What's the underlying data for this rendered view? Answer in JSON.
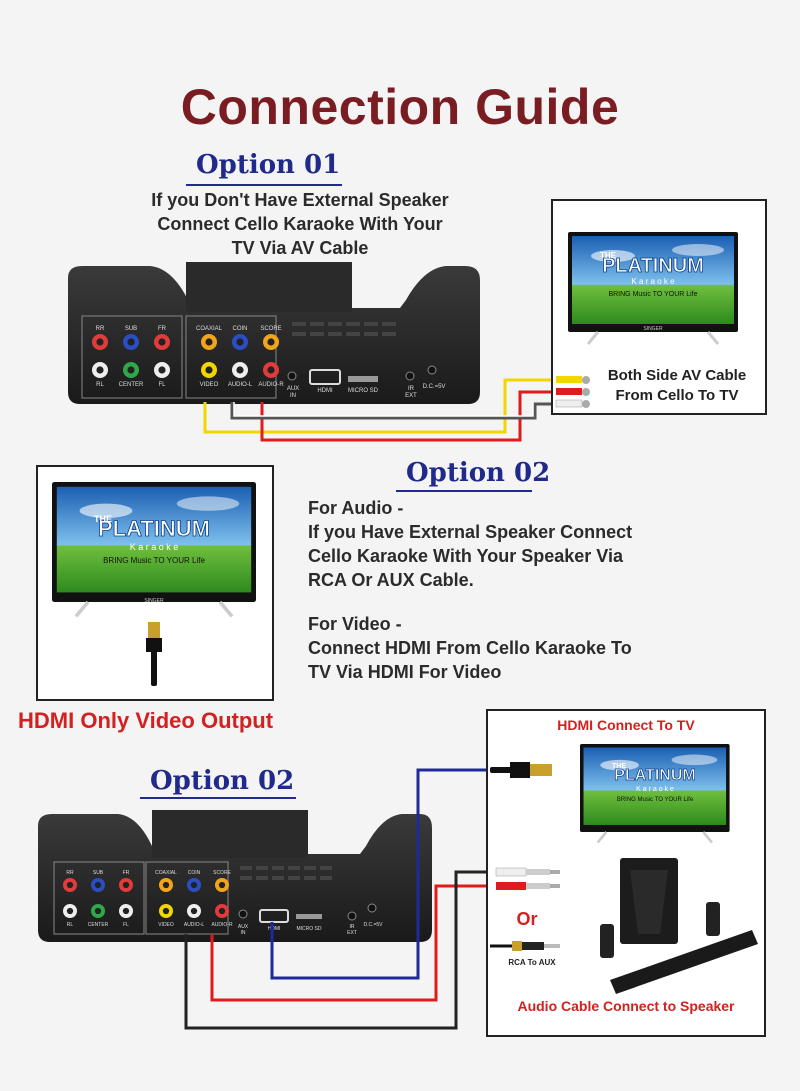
{
  "title": "Connection Guide",
  "option1": {
    "heading": "Option 01",
    "lines": [
      "If you Don't Have External Speaker",
      "Connect Cello Karaoke With Your",
      "TV Via AV Cable"
    ],
    "cable_label": [
      "Both Side AV Cable",
      "From Cello To TV"
    ]
  },
  "option2a": {
    "heading": "Option 02",
    "audio_title": "For Audio -",
    "audio_lines": [
      "If you Have External Speaker Connect",
      "Cello Karaoke With Your Speaker Via",
      "RCA Or AUX Cable."
    ],
    "video_title": "For Video -",
    "video_lines": [
      "Connect HDMI From Cello Karaoke To",
      "TV Via HDMI For Video"
    ]
  },
  "hdmi_only": "HDMI Only Video Output",
  "option2b": {
    "heading": "Option 02",
    "hdmi_connect": "HDMI Connect To TV",
    "or": "Or",
    "rca_to_aux": "RCA To AUX",
    "audio_connect": "Audio Cable Connect to Speaker"
  },
  "device": {
    "ports_top": [
      "RR",
      "SUB",
      "FR",
      "COAXIAL",
      "COIN",
      "SCORE"
    ],
    "ports_bottom": [
      "RL",
      "CENTER",
      "FL",
      "VIDEO",
      "AUDIO-L",
      "AUDIO-R"
    ],
    "aux": [
      "AUX",
      "IN"
    ],
    "hdmi": "HDMI",
    "micro_sd": "MICRO SD",
    "ir": [
      "IR",
      "EXT"
    ],
    "dc": "D.C.=5V"
  },
  "tv": {
    "brand_the": "THE",
    "brand": "PLATINUM",
    "sub": "K a r a o k e",
    "tagline": "BRING Music TO YOUR Life",
    "maker": "SINGER"
  },
  "colors": {
    "title": "#7a1d22",
    "option": "#1f2a8a",
    "hdmi_red": "#d32020",
    "cable_yellow": "#f2d600",
    "cable_red": "#e01b1b",
    "cable_blue": "#1f2a9a"
  }
}
